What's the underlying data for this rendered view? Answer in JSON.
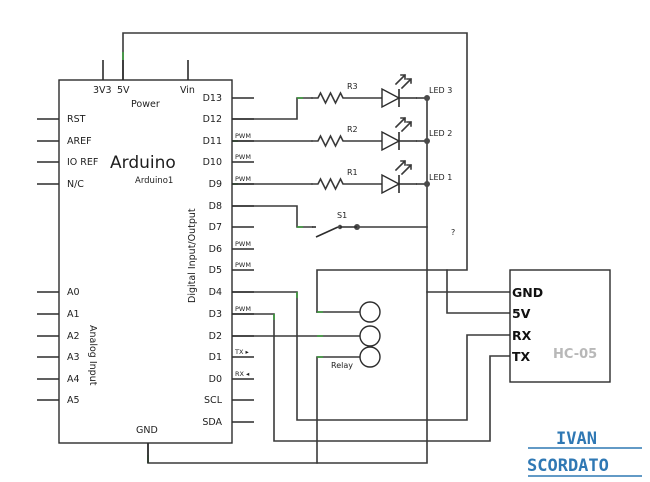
{
  "arduino": {
    "name": "Arduino",
    "ref": "Arduino1",
    "power_group": "Power",
    "digital_group": "Digital Input/Output",
    "analog_group": "Analog Input",
    "top_pins": [
      "3V3",
      "5V",
      "Vin"
    ],
    "bottom_pin": "GND",
    "left_pins": [
      "RST",
      "AREF",
      "IO REF",
      "N/C",
      "A0",
      "A1",
      "A2",
      "A3",
      "A4",
      "A5"
    ],
    "right_pins": [
      "D13",
      "D12",
      "D11",
      "D10",
      "D9",
      "D8",
      "D7",
      "D6",
      "D5",
      "D4",
      "D3",
      "D2",
      "D1",
      "D0",
      "SCL",
      "SDA"
    ],
    "pin_tags": [
      "PWM",
      "PWM",
      "PWM",
      "PWM",
      "PWM",
      "PWM",
      "TX ▸",
      "RX ◂"
    ]
  },
  "components": {
    "resistors": [
      "R3",
      "R2",
      "R1"
    ],
    "leds": [
      "LED 3",
      "LED 2",
      "LED 1"
    ],
    "switch": "S1",
    "relay": "Relay",
    "unknown": "?"
  },
  "module": {
    "name": "HC-05",
    "pins": [
      "GND",
      "5V",
      "RX",
      "TX"
    ]
  },
  "signature": {
    "line1": "IVAN",
    "line2": "SCORDATO"
  },
  "colors": {
    "wire": "#3a3a3a",
    "junction_marker": "#3b9a3b",
    "module_name": "#b8b8b8",
    "logo": "#2f78b4"
  }
}
